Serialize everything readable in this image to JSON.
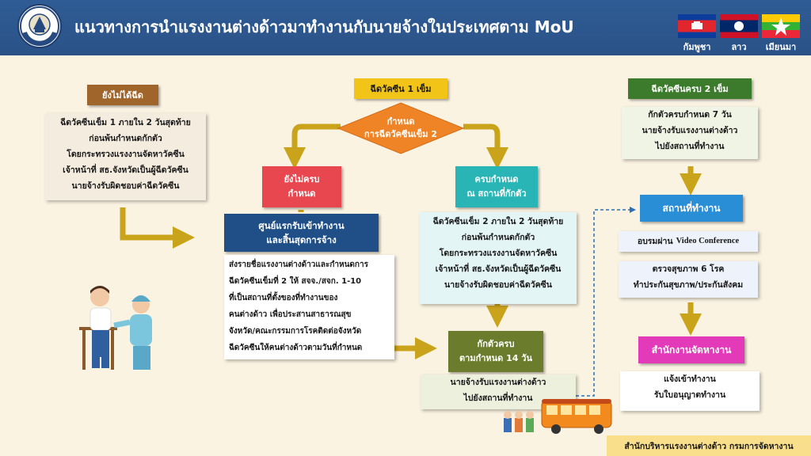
{
  "header": {
    "title": "แนวทางการนำแรงงานต่างด้าวมาทำงานกับนายจ้างในประเทศตาม MoU",
    "logo_caption": "กรมการจัดหางาน",
    "countries": [
      {
        "label": "กัมพูชา",
        "flag": "cambodia-flag"
      },
      {
        "label": "ลาว",
        "flag": "laos-flag"
      },
      {
        "label": "เมียนมา",
        "flag": "myanmar-flag"
      }
    ]
  },
  "left": {
    "status": "ยังไม่ได้ฉีด",
    "body": "ฉีดวัคซีนเข็ม 1 ภายใน 2 วันสุดท้าย\nก่อนพ้นกำหนดกักตัว\nโดยกระทรวงแรงงานจัดหาวัคซีน\nเจ้าหน้าที่ สธ.จังหวัดเป็นผู้ฉีดวัคซีน\nนายจ้างรับผิดชอบค่าฉีดวัคซีน"
  },
  "center": {
    "status": "ฉีดวัคซีน 1 เข็ม",
    "decision": "กำหนด\nการฉีดวัคซีนเข็ม 2",
    "not_due": "ยังไม่ครบ\nกำหนด",
    "due": "ครบกำหนด\nณ สถานที่กักตัว",
    "center_label": "ศูนย์แรกรับเข้าทำงาน\nและสิ้นสุดการจ้าง",
    "center_body": "ส่งรายชื่อแรงงานต่างด้าวและกำหนดการ\nฉีดวัคซีนเข็มที่ 2 ให้ สจจ./สจก. 1-10\nที่เป็นสถานที่ตั้งของที่ทำงานของ\nคนต่างด้าว เพื่อประสานสาธารณสุข\nจังหวัด/คณะกรรมการโรคติดต่อจังหวัด\nฉีดวัคซีนให้คนต่างด้าวตามวันที่กำหนด",
    "due_body": "ฉีดวัคซีนเข็ม 2 ภายใน 2 วันสุดท้าย\nก่อนพ้นกำหนดกักตัว\nโดยกระทรวงแรงงานจัดหาวัคซีน\nเจ้าหน้าที่ สธ.จังหวัดเป็นผู้ฉีดวัคซีน\nนายจ้างรับผิดชอบค่าฉีดวัคซีน",
    "quarantine": "กักตัวครบ\nตามกำหนด 14 วัน",
    "employer": "นายจ้างรับแรงงานต่างด้าว\nไปยังสถานที่ทำงาน"
  },
  "right": {
    "status": "ฉีดวัคซีนครบ 2 เข็ม",
    "body": "กักตัวครบกำหนด 7 วัน\nนายจ้างรับแรงงานต่างด้าว\nไปยังสถานที่ทำงาน",
    "workplace": "สถานที่ทำงาน",
    "training_prefix": "อบรมผ่าน",
    "training_suffix": "Video Conference",
    "health": "ตรวจสุขภาพ 6 โรค\nทำประกันสุขภาพ/ประกันสังคม",
    "office": "สำนักงานจัดหางาน",
    "office_body": "แจ้งเข้าทำงาน\nรับใบอนุญาตทำงาน"
  },
  "footer": "สำนักบริหารแรงงานต่างด้าว กรมการจัดหางาน",
  "colors": {
    "header": "#2c568c",
    "brown": "#a0652a",
    "yellow": "#f2c418",
    "orange": "#ef8427",
    "red": "#e8474f",
    "teal": "#29b5b5",
    "navy": "#1f4f86",
    "olive": "#6b7c2c",
    "green": "#3b7b2b",
    "blue": "#2a8ed7",
    "magenta": "#e23ab8",
    "arrow": "#c9a31a"
  }
}
